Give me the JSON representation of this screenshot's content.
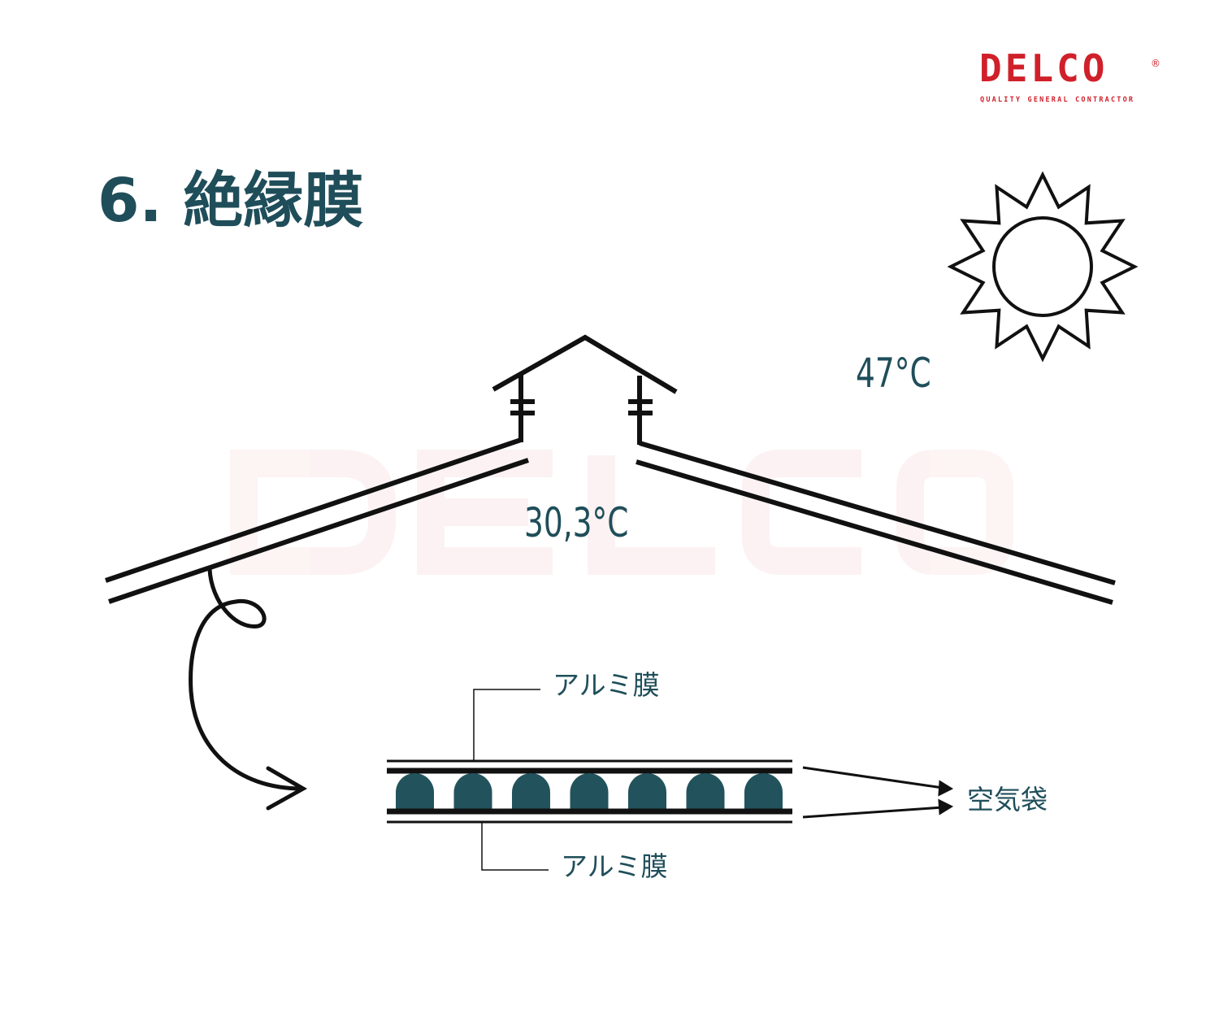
{
  "title": "6. 絶縁膜",
  "logo": {
    "name": "DELCO",
    "registered": "®",
    "tagline": "QUALITY GENERAL CONTRACTOR"
  },
  "watermark": "DELCO",
  "outside_temperature": "47°C",
  "attic_temperature": "30,3°C",
  "labels": {
    "top_layer": "アルミ膜",
    "bottom_layer": "アルミ膜",
    "air_pockets": "空気袋"
  },
  "colors": {
    "title": "#1f4e5a",
    "bubble": "#22535c",
    "brand": "#d0202a",
    "line": "#111111"
  }
}
